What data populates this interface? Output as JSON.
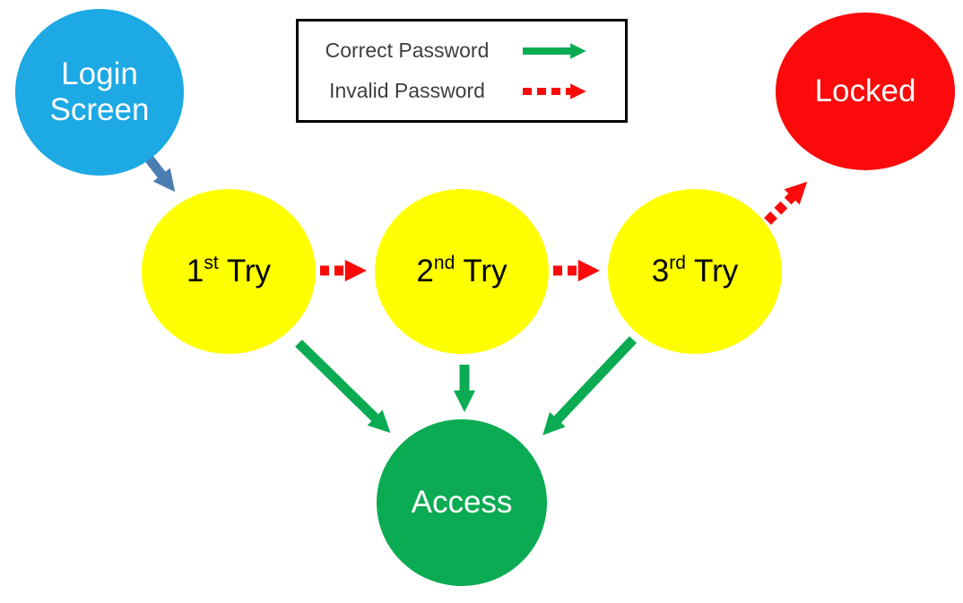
{
  "diagram": {
    "nodes": {
      "login": {
        "line1": "Login",
        "line2": "Screen",
        "color": "#1CA9E4",
        "text_color": "#FFFFFF"
      },
      "try1": {
        "num": "1",
        "ordinal": "st",
        "rest": " Try",
        "color": "#FFFF00",
        "text_color": "#000000"
      },
      "try2": {
        "num": "2",
        "ordinal": "nd",
        "rest": " Try",
        "color": "#FFFF00",
        "text_color": "#000000"
      },
      "try3": {
        "num": "3",
        "ordinal": "rd",
        "rest": " Try",
        "color": "#FFFF00",
        "text_color": "#000000"
      },
      "locked": {
        "label": "Locked",
        "color": "#FA0A0A",
        "text_color": "#FFFFFF"
      },
      "access": {
        "label": "Access",
        "color": "#0AAB52",
        "text_color": "#FFFFFF"
      }
    },
    "legend": {
      "items": [
        {
          "label": "Correct Password",
          "style": "solid",
          "color": "#0AAB52"
        },
        {
          "label": "Invalid Password",
          "style": "dashed",
          "color": "#FA0A0A"
        }
      ]
    },
    "edges": [
      {
        "from": "login",
        "to": "try1",
        "type": "start",
        "color": "#4A7DB2",
        "style": "solid"
      },
      {
        "from": "try1",
        "to": "try2",
        "type": "invalid",
        "color": "#FA0A0A",
        "style": "dashed"
      },
      {
        "from": "try2",
        "to": "try3",
        "type": "invalid",
        "color": "#FA0A0A",
        "style": "dashed"
      },
      {
        "from": "try3",
        "to": "locked",
        "type": "invalid",
        "color": "#FA0A0A",
        "style": "dashed"
      },
      {
        "from": "try1",
        "to": "access",
        "type": "correct",
        "color": "#0AAB52",
        "style": "solid"
      },
      {
        "from": "try2",
        "to": "access",
        "type": "correct",
        "color": "#0AAB52",
        "style": "solid"
      },
      {
        "from": "try3",
        "to": "access",
        "type": "correct",
        "color": "#0AAB52",
        "style": "solid"
      }
    ],
    "colors": {
      "correct_arrow": "#0AAB52",
      "invalid_arrow": "#FA0A0A",
      "start_arrow": "#4A7DB2",
      "legend_text": "#3F3F3F"
    }
  }
}
